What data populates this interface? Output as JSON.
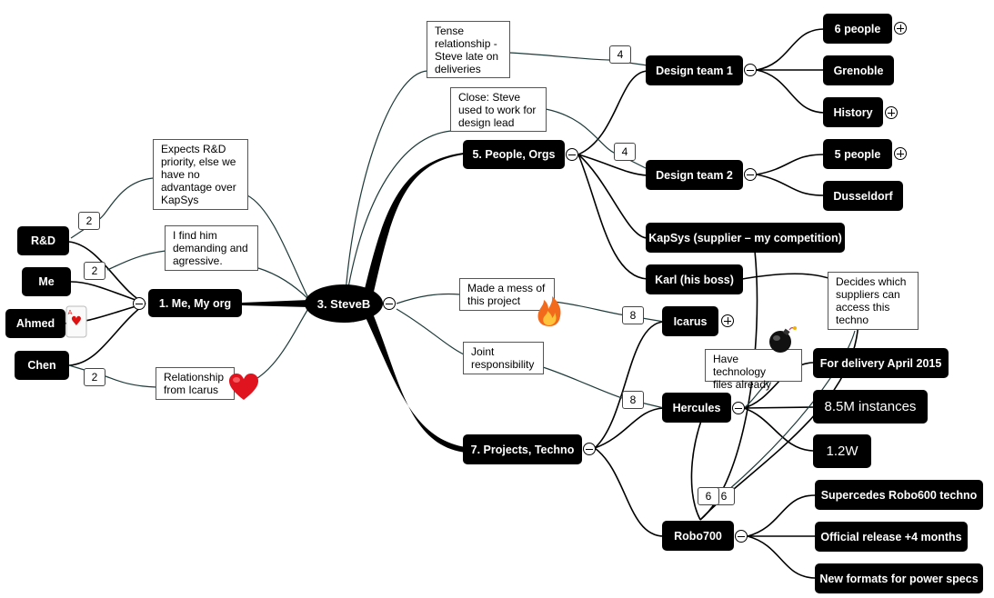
{
  "root": {
    "id": "steveb",
    "label": "3. SteveB"
  },
  "nodes": [
    {
      "id": "me-org",
      "label": "1. Me, My org"
    },
    {
      "id": "people-orgs",
      "label": "5. People, Orgs"
    },
    {
      "id": "projects-techno",
      "label": "7. Projects, Techno"
    },
    {
      "id": "rd",
      "label": "R&D"
    },
    {
      "id": "me",
      "label": "Me"
    },
    {
      "id": "ahmed",
      "label": "Ahmed"
    },
    {
      "id": "chen",
      "label": "Chen"
    },
    {
      "id": "design-team-1",
      "label": "Design team 1"
    },
    {
      "id": "design-team-2",
      "label": "Design team 2"
    },
    {
      "id": "kapsys",
      "label": "KapSys (supplier – my competition)"
    },
    {
      "id": "karl",
      "label": "Karl (his boss)"
    },
    {
      "id": "six-people",
      "label": "6 people"
    },
    {
      "id": "grenoble",
      "label": "Grenoble"
    },
    {
      "id": "history",
      "label": "History"
    },
    {
      "id": "five-people",
      "label": "5 people"
    },
    {
      "id": "dusseldorf",
      "label": "Dusseldorf"
    },
    {
      "id": "icarus",
      "label": "Icarus"
    },
    {
      "id": "hercules",
      "label": "Hercules"
    },
    {
      "id": "robo700",
      "label": "Robo700"
    },
    {
      "id": "delivery-2015",
      "label": "For delivery April 2015"
    },
    {
      "id": "instances",
      "label": "8.5M instances"
    },
    {
      "id": "power",
      "label": "1.2W"
    },
    {
      "id": "supercedes",
      "label": "Supercedes Robo600 techno"
    },
    {
      "id": "official-release",
      "label": "Official release +4 months"
    },
    {
      "id": "new-formats",
      "label": "New formats for power specs"
    }
  ],
  "notes": [
    {
      "id": "tense",
      "text": "Tense\nrelationship -\nSteve late on\ndeliveries"
    },
    {
      "id": "close",
      "text": "Close: Steve\nused to work for\ndesign lead"
    },
    {
      "id": "expects",
      "text": "Expects R&D\npriority, else we\nhave no\nadvantage over\nKapSys"
    },
    {
      "id": "demanding",
      "text": "I find him\ndemanding and\nagressive."
    },
    {
      "id": "relationship",
      "text": "Relationship\nfrom Icarus"
    },
    {
      "id": "mess",
      "text": "Made a mess of\nthis project"
    },
    {
      "id": "joint",
      "text": "Joint\nresponsibility"
    },
    {
      "id": "decides",
      "text": "Decides which\nsuppliers can\naccess this\ntechno"
    },
    {
      "id": "files",
      "text": "Have technology\nfiles already"
    }
  ],
  "badges": [
    {
      "id": "b-tense",
      "label": "4"
    },
    {
      "id": "b-close",
      "label": "4"
    },
    {
      "id": "b-expects",
      "label": "2"
    },
    {
      "id": "b-demanding",
      "label": "2"
    },
    {
      "id": "b-relationship",
      "label": "2"
    },
    {
      "id": "b-mess",
      "label": "8"
    },
    {
      "id": "b-joint",
      "label": "8"
    },
    {
      "id": "b-files",
      "label": "6"
    },
    {
      "id": "b-decides",
      "label": "6"
    }
  ],
  "toggles": [
    {
      "id": "t-steveb",
      "state": "collapse"
    },
    {
      "id": "t-me-org",
      "state": "collapse"
    },
    {
      "id": "t-people-orgs",
      "state": "collapse"
    },
    {
      "id": "t-projects",
      "state": "collapse"
    },
    {
      "id": "t-design-1",
      "state": "collapse"
    },
    {
      "id": "t-design-2",
      "state": "collapse"
    },
    {
      "id": "t-hercules",
      "state": "collapse"
    },
    {
      "id": "t-robo700",
      "state": "collapse"
    },
    {
      "id": "t-six-people",
      "state": "expand"
    },
    {
      "id": "t-history",
      "state": "expand"
    },
    {
      "id": "t-five-people",
      "state": "expand"
    },
    {
      "id": "t-icarus",
      "state": "expand"
    }
  ],
  "emojis": [
    {
      "id": "card-icon",
      "glyph": "🂱"
    },
    {
      "id": "heart-icon",
      "glyph": "❤"
    },
    {
      "id": "fire-icon",
      "glyph": "🔥"
    },
    {
      "id": "bomb-icon",
      "glyph": "💣"
    }
  ],
  "colors": {
    "node_bg": "#000000",
    "node_text": "#ffffff",
    "line": "#000000",
    "note_line": "#1e3a3a",
    "heart": "#e0141e",
    "fire": "#f26a1b"
  }
}
